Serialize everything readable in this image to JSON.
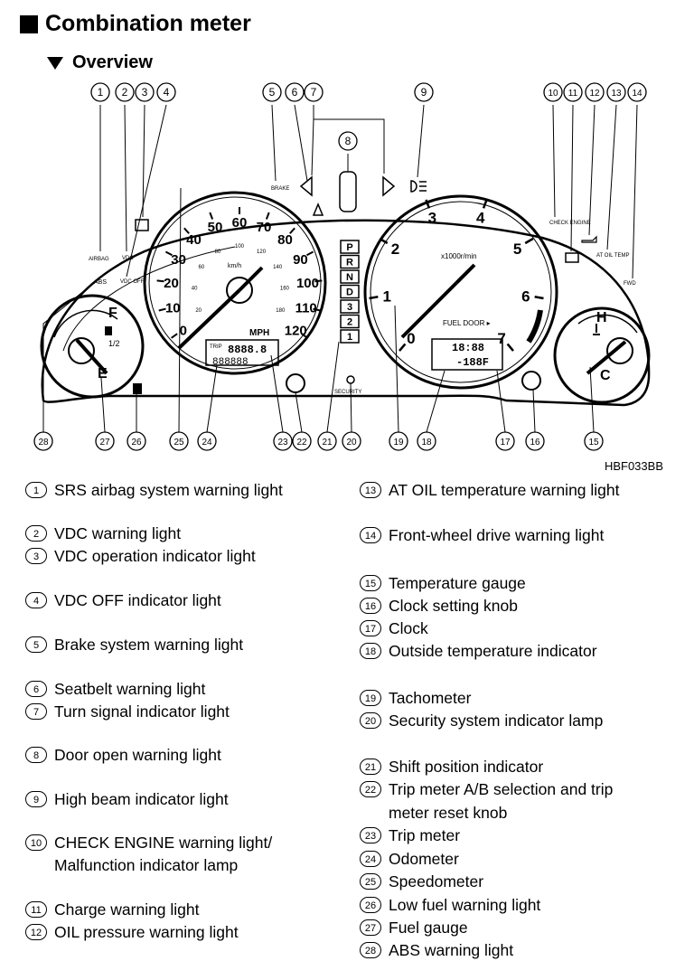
{
  "title": "Combination meter",
  "subtitle": "Overview",
  "figure_code": "HBF033BB",
  "callouts": [
    "1",
    "2",
    "3",
    "4",
    "5",
    "6",
    "7",
    "8",
    "9",
    "10",
    "11",
    "12",
    "13",
    "14",
    "15",
    "16",
    "17",
    "18",
    "19",
    "20",
    "21",
    "22",
    "23",
    "24",
    "25",
    "26",
    "27",
    "28"
  ],
  "labels": {
    "airbag": "AIRBAG",
    "vdc": "VDC",
    "vdc_off": "VDC OFF",
    "brake": "BRAKE",
    "check_engine": "CHECK ENGINE",
    "at_oil_temp": "AT OIL TEMP",
    "fwd": "FWD",
    "abs": "ABS",
    "security": "SECURITY",
    "mph": "MPH",
    "kmh": "km/h",
    "rpm": "x1000r/min",
    "fuel_door": "FUEL DOOR ▸",
    "trip": "TRIP",
    "clock": "18:88",
    "outside_temp": "-188F",
    "trip_digits": "8888.8",
    "odo_digits": "888888",
    "fuel_f": "F",
    "fuel_e": "E",
    "fuel_half": "1/2",
    "temp_h": "H",
    "temp_c": "C"
  },
  "speed_labels": [
    "0",
    "10",
    "20",
    "30",
    "40",
    "50",
    "60",
    "70",
    "80",
    "90",
    "100",
    "110",
    "120"
  ],
  "kmh_labels": [
    "20",
    "40",
    "60",
    "80",
    "100",
    "120",
    "140",
    "160",
    "180"
  ],
  "tach_labels": [
    "0",
    "1",
    "2",
    "3",
    "4",
    "5",
    "6",
    "7"
  ],
  "gears": [
    "P",
    "R",
    "N",
    "D",
    "3",
    "2",
    "1"
  ],
  "legend": [
    {
      "num": "1",
      "text": "SRS airbag system warning light"
    },
    {
      "num": "2",
      "text": "VDC warning light"
    },
    {
      "num": "3",
      "text": "VDC operation indicator light"
    },
    {
      "num": "4",
      "text": "VDC OFF indicator light"
    },
    {
      "num": "5",
      "text": "Brake system warning light"
    },
    {
      "num": "6",
      "text": "Seatbelt warning light"
    },
    {
      "num": "7",
      "text": "Turn signal indicator light"
    },
    {
      "num": "8",
      "text": "Door open warning light"
    },
    {
      "num": "9",
      "text": "High beam indicator light"
    },
    {
      "num": "10",
      "text": "CHECK ENGINE warning light/"
    },
    {
      "num": "",
      "text": "Malfunction indicator lamp"
    },
    {
      "num": "11",
      "text": "Charge warning light"
    },
    {
      "num": "12",
      "text": "OIL pressure warning light"
    },
    {
      "num": "13",
      "text": "AT OIL temperature warning light"
    },
    {
      "num": "14",
      "text": "Front-wheel drive warning light"
    },
    {
      "num": "15",
      "text": "Temperature gauge"
    },
    {
      "num": "16",
      "text": "Clock setting knob"
    },
    {
      "num": "17",
      "text": "Clock"
    },
    {
      "num": "18",
      "text": "Outside temperature indicator"
    },
    {
      "num": "19",
      "text": "Tachometer"
    },
    {
      "num": "20",
      "text": "Security system indicator lamp"
    },
    {
      "num": "21",
      "text": "Shift position indicator"
    },
    {
      "num": "22",
      "text": "Trip meter A/B selection and trip"
    },
    {
      "num": "",
      "text": "meter reset knob"
    },
    {
      "num": "23",
      "text": "Trip meter"
    },
    {
      "num": "24",
      "text": "Odometer"
    },
    {
      "num": "25",
      "text": "Speedometer"
    },
    {
      "num": "26",
      "text": "Low fuel warning light"
    },
    {
      "num": "27",
      "text": "Fuel gauge"
    },
    {
      "num": "28",
      "text": "ABS warning light"
    }
  ]
}
